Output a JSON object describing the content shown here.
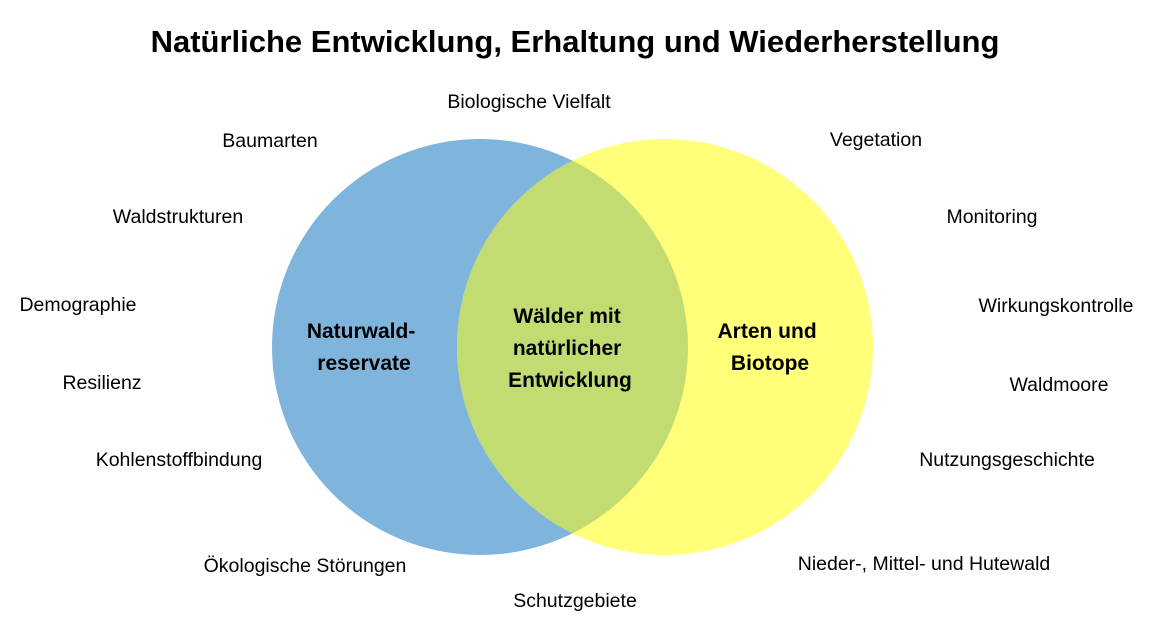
{
  "title": "Natürliche Entwicklung, Erhaltung und Wiederherstellung",
  "colors": {
    "left": "#7FB4DD",
    "right": "#FFFF7A",
    "overlap": "#C2DC72"
  },
  "sets": {
    "left": [
      "Naturwald-",
      "reservate"
    ],
    "overlap": [
      "Wälder mit",
      "natürlicher",
      "Entwicklung"
    ],
    "right": [
      "Arten und",
      "Biotope"
    ]
  },
  "left_labels": [
    "Baumarten",
    "Waldstrukturen",
    "Demographie",
    "Resilienz",
    "Kohlenstoffbindung",
    "Ökologische Störungen"
  ],
  "center_labels": [
    "Biologische Vielfalt",
    "Schutzgebiete"
  ],
  "right_labels": [
    "Vegetation",
    "Monitoring",
    "Wirkungskontrolle",
    "Waldmoore",
    "Nutzungsgeschichte",
    "Nieder-, Mittel- und Hutewald"
  ]
}
